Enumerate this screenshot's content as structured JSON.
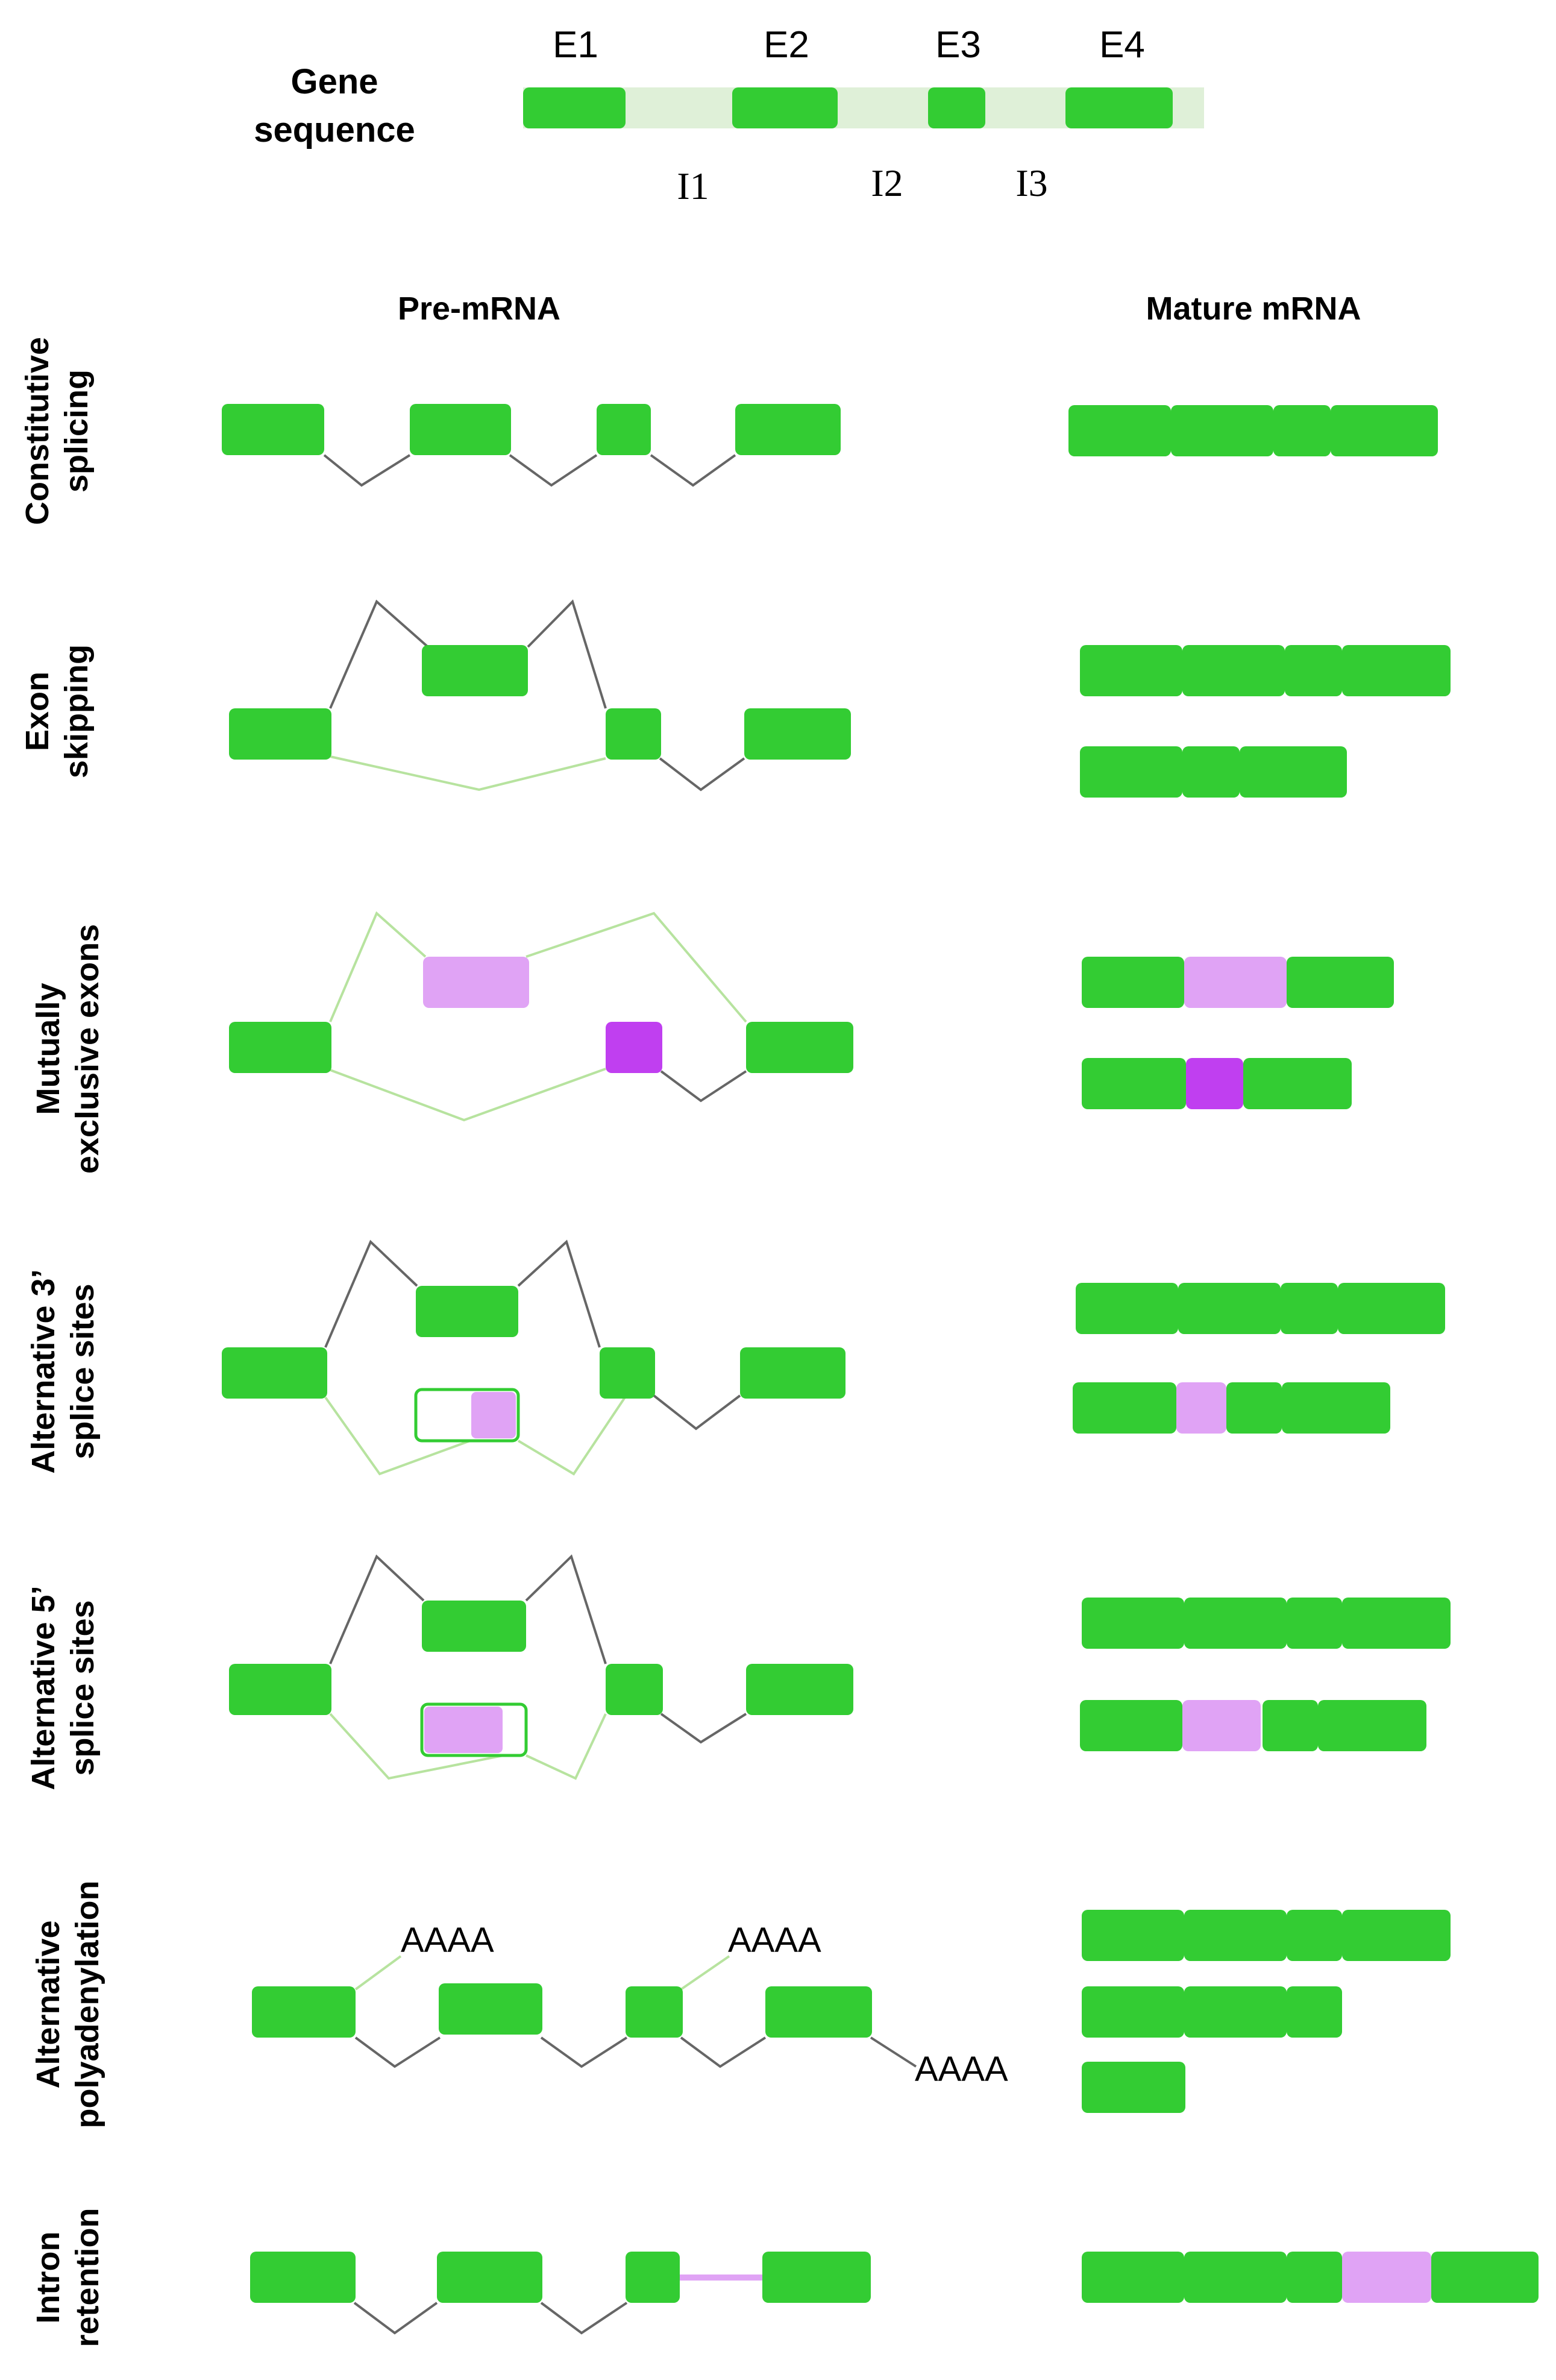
{
  "colors": {
    "exon": "#33cc33",
    "intron_band": "#dff0d8",
    "alt_light": "#e0a3f5",
    "alt_dark": "#c03ff0",
    "junction": "#666666",
    "alt_junction": "#b7e39f",
    "text": "#000000"
  },
  "gene": {
    "label_line1": "Gene",
    "label_line2": "sequence",
    "exons": [
      "E1",
      "E2",
      "E3",
      "E4"
    ],
    "introns": [
      "I1",
      "I2",
      "I3"
    ]
  },
  "columns": {
    "pre": "Pre-mRNA",
    "mature": "Mature mRNA"
  },
  "rows": [
    {
      "id": "constitutive",
      "label_line1": "Constitutive",
      "label_line2": "splicing"
    },
    {
      "id": "exon-skipping",
      "label_line1": "Exon",
      "label_line2": "skipping"
    },
    {
      "id": "mutually-exclusive",
      "label_line1": "Mutually",
      "label_line2": "exclusive exons"
    },
    {
      "id": "alt-3prime",
      "label_line1": "Alternative 3’",
      "label_line2": "splice sites"
    },
    {
      "id": "alt-5prime",
      "label_line1": "Alternative 5’",
      "label_line2": "splice sites"
    },
    {
      "id": "alt-polya",
      "label_line1": "Alternative",
      "label_line2": "polyadenylation"
    },
    {
      "id": "intron-retention",
      "label_line1": "Intron",
      "label_line2": "retention"
    }
  ],
  "polya": {
    "site1": "AAAA",
    "site2": "AAAA",
    "site3": "AAAA"
  }
}
